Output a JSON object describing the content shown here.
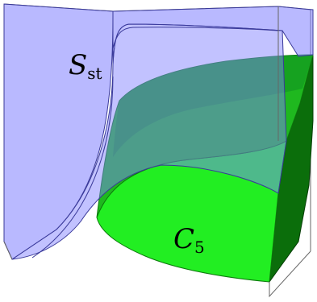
{
  "figure": {
    "surfaces": [
      {
        "id": "S_st",
        "label_main": "S",
        "label_sub": "st",
        "color": "#7f80ff",
        "opacity": 0.55
      },
      {
        "id": "C_5",
        "label_main": "C",
        "label_sub": "5",
        "color": "#22ee22"
      }
    ],
    "colors": {
      "box_edge": "#555555",
      "green_light": "#2cf02c",
      "green_mid": "#1fb81f",
      "green_dark": "#0a6a0a",
      "blue_fill": "#8080ff",
      "blue_edge": "#3a3a9a"
    }
  }
}
